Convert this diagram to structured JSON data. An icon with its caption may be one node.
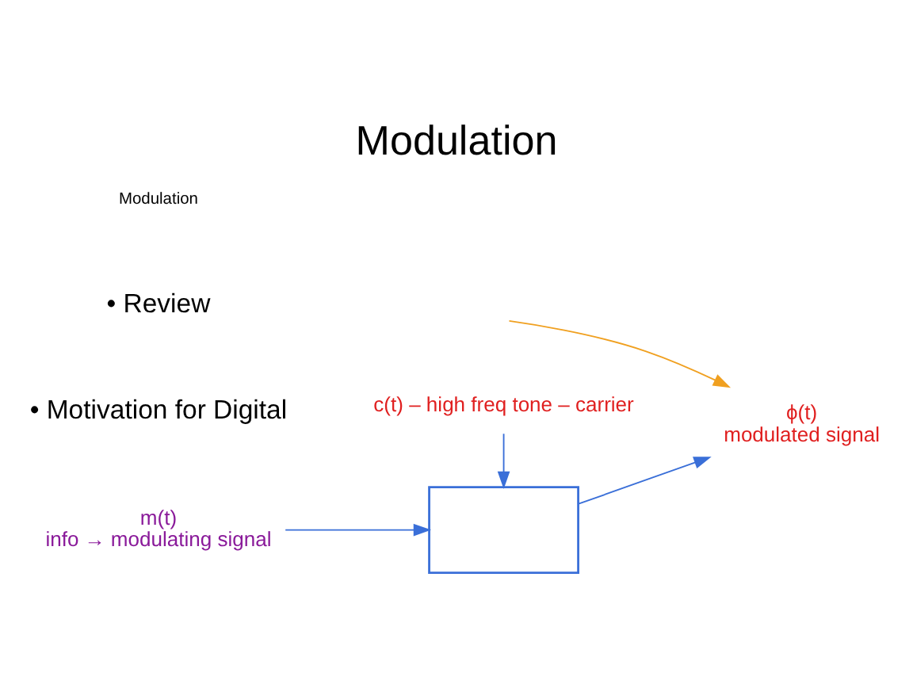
{
  "diagram": {
    "title": "Modulation",
    "nodes": [
      {
        "text": [
          "m(t)",
          "info → modulating signal"
        ]
      },
      {
        "text": [],
        "shape": "box"
      },
      {
        "text": [
          "ϕ(t)",
          "modulated signal"
        ]
      },
      {
        "text": [
          "c(t) – high freq tone – carrier"
        ]
      }
    ],
    "edges": [
      {
        "from": 0,
        "to": 1,
        "arrow": "to"
      },
      {
        "from": 1,
        "to": 2,
        "arrow": "to"
      },
      {
        "from": 3,
        "to": 1,
        "arrow": "to"
      },
      {
        "from": null,
        "to": 2,
        "arrow": "to",
        "color": "#f0a020"
      }
    ],
    "labels": [
      "• Review",
      "• Motivation for Digital",
      "Modulation"
    ]
  }
}
